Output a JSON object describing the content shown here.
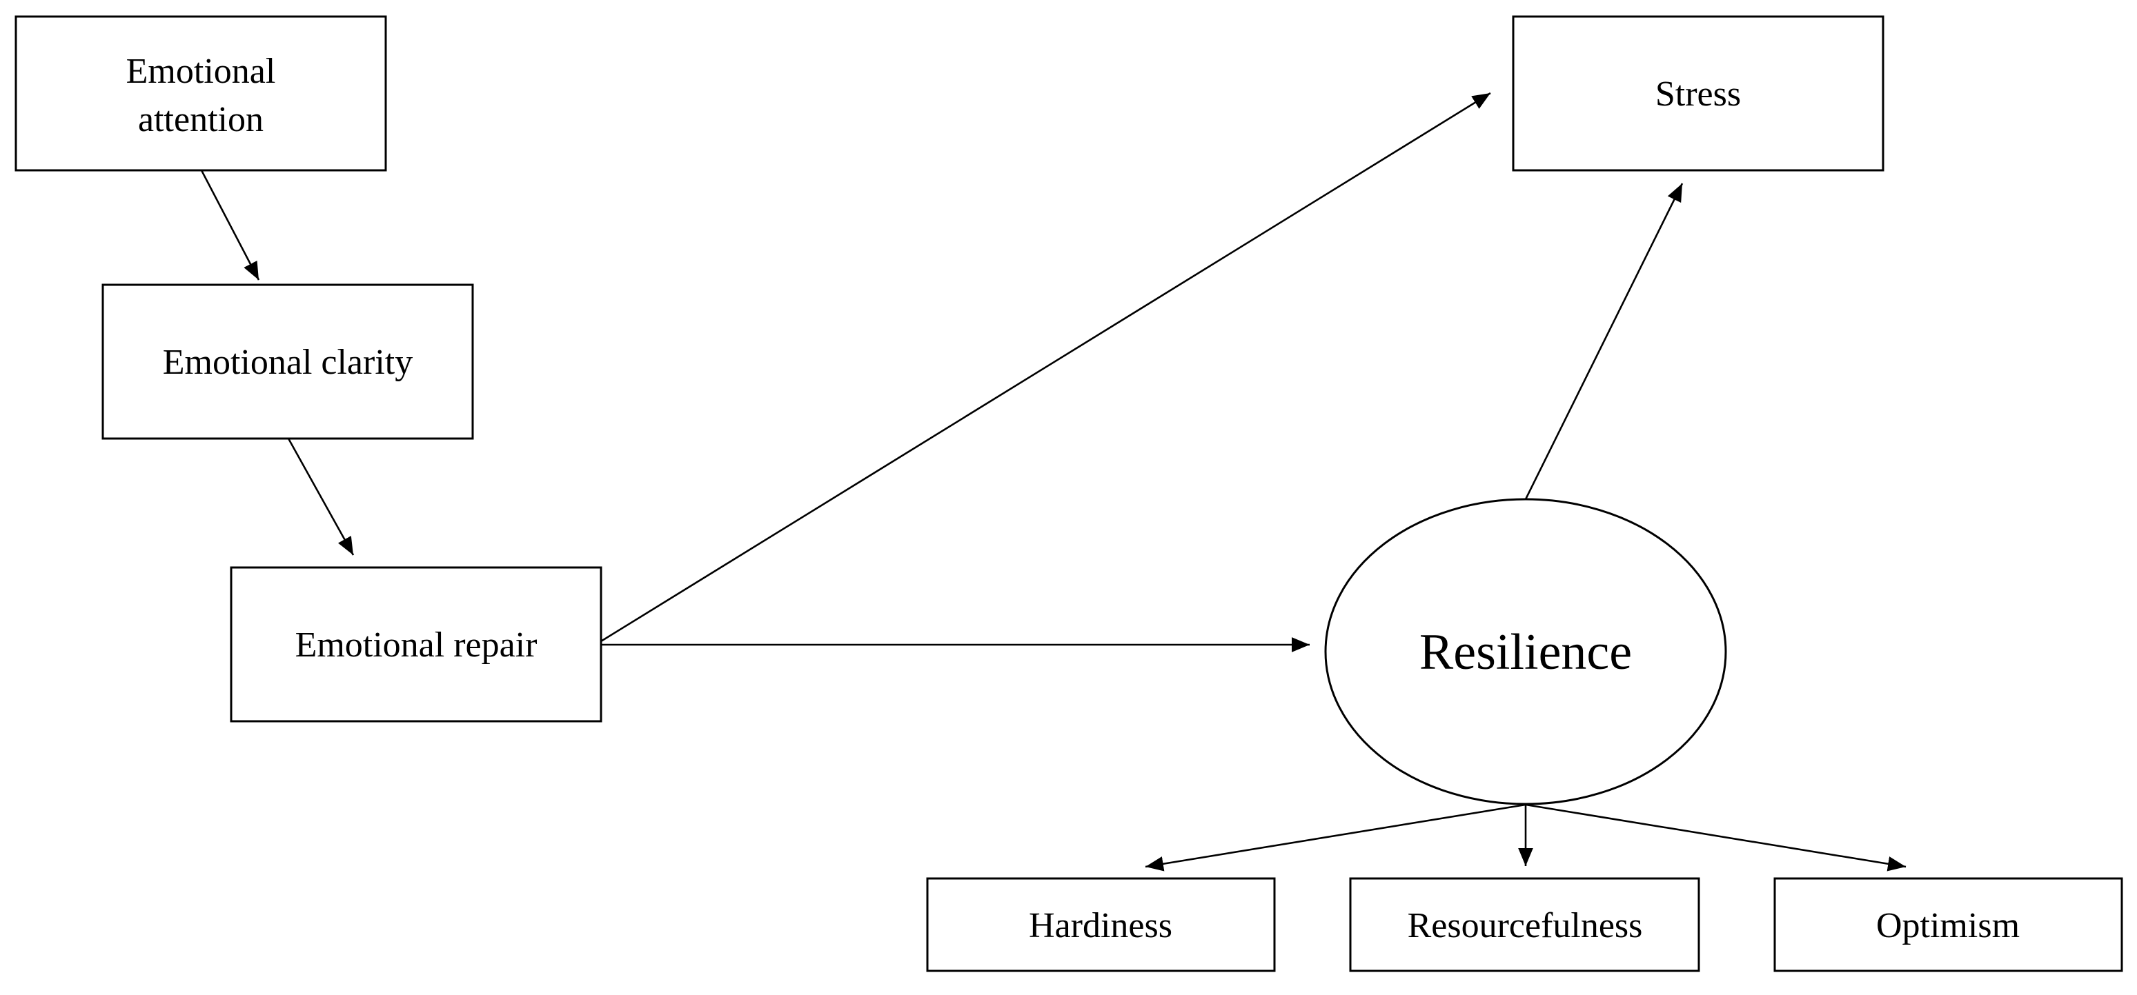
{
  "nodes": {
    "emotional_attention": {
      "line1": "Emotional",
      "line2": "attention"
    },
    "emotional_clarity": {
      "label": "Emotional clarity"
    },
    "emotional_repair": {
      "label": "Emotional repair"
    },
    "stress": {
      "label": "Stress"
    },
    "resilience": {
      "label": "Resilience"
    },
    "hardiness": {
      "label": "Hardiness"
    },
    "resourcefulness": {
      "label": "Resourcefulness"
    },
    "optimism": {
      "label": "Optimism"
    }
  },
  "edges": [
    {
      "from": "Emotional attention",
      "to": "Emotional clarity"
    },
    {
      "from": "Emotional clarity",
      "to": "Emotional repair"
    },
    {
      "from": "Emotional repair",
      "to": "Stress"
    },
    {
      "from": "Emotional repair",
      "to": "Resilience"
    },
    {
      "from": "Resilience",
      "to": "Stress"
    },
    {
      "from": "Resilience",
      "to": "Hardiness"
    },
    {
      "from": "Resilience",
      "to": "Resourcefulness"
    },
    {
      "from": "Resilience",
      "to": "Optimism"
    }
  ]
}
